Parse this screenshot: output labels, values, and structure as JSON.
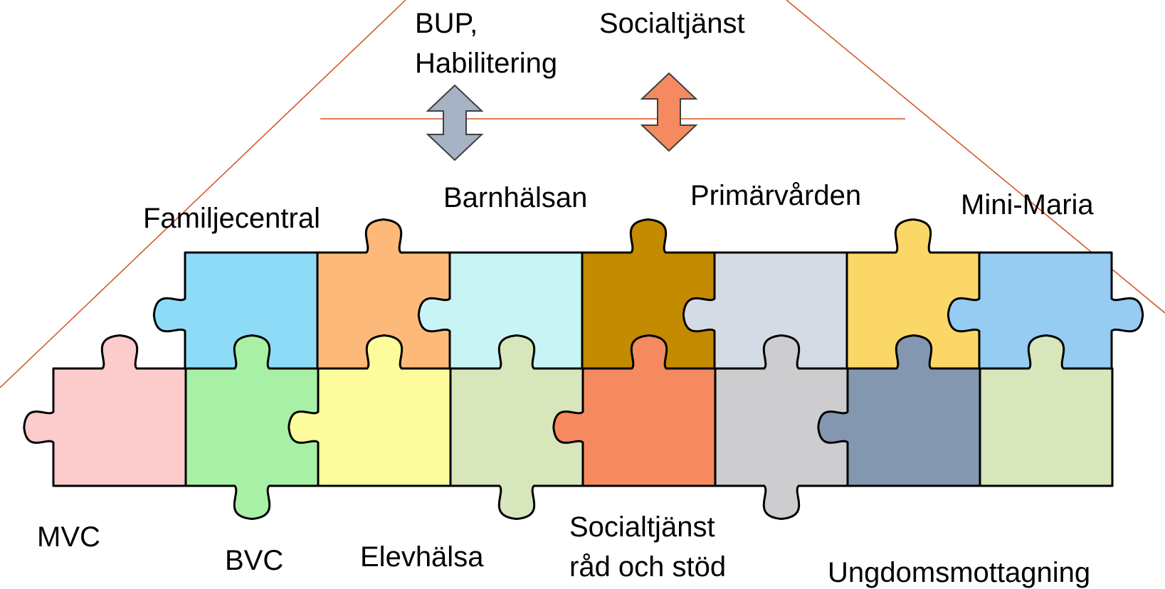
{
  "colors": {
    "guide_line": "#D2501E",
    "piece_outline": "#000000",
    "arrow_outline": "#404040"
  },
  "top_labels": {
    "bup": "BUP,",
    "habilitering": "Habilitering",
    "socialtjanst": "Socialtjänst"
  },
  "arrows": [
    {
      "name": "bup-arrow",
      "color": "#A7B2C4"
    },
    {
      "name": "socialtjanst-arrow",
      "color": "#F58A60"
    }
  ],
  "upper_labels": {
    "familjecentral": "Familjecentral",
    "barnhalsan": "Barnhälsan",
    "primarvarden": "Primärvården",
    "mini_maria": "Mini-Maria"
  },
  "lower_labels": {
    "mvc": "MVC",
    "bvc": "BVC",
    "elevhalsa": "Elevhälsa",
    "socialtjanst_line1": "Socialtjänst",
    "socialtjanst_line2": "råd och stöd",
    "ungdomsmottagning": "Ungdomsmottagning"
  },
  "upper_pieces": [
    {
      "name": "puzzle-piece-familjecentral",
      "color": "#8EDBF7"
    },
    {
      "name": "puzzle-piece-barnhalsan-orange",
      "color": "#FDB97A"
    },
    {
      "name": "puzzle-piece-barnhalsan-cyan",
      "color": "#C9F4F6"
    },
    {
      "name": "puzzle-piece-primarvarden-brown",
      "color": "#C48A00"
    },
    {
      "name": "puzzle-piece-primarvarden-grey",
      "color": "#D5DBE5"
    },
    {
      "name": "puzzle-piece-mini-maria-yellow",
      "color": "#FBD768"
    },
    {
      "name": "puzzle-piece-mini-maria-blue",
      "color": "#96CBF2"
    }
  ],
  "lower_pieces": [
    {
      "name": "puzzle-piece-mvc",
      "color": "#FCCBCB"
    },
    {
      "name": "puzzle-piece-bvc",
      "color": "#A8F0A6"
    },
    {
      "name": "puzzle-piece-elevhalsa",
      "color": "#FDFC9C"
    },
    {
      "name": "puzzle-piece-green-light",
      "color": "#D7E6BB"
    },
    {
      "name": "puzzle-piece-socialtjanst",
      "color": "#F58A60"
    },
    {
      "name": "puzzle-piece-grey",
      "color": "#CDCDD0"
    },
    {
      "name": "puzzle-piece-slate",
      "color": "#8497B0"
    },
    {
      "name": "puzzle-piece-ungdomsmottagning",
      "color": "#D7E6BB"
    }
  ]
}
